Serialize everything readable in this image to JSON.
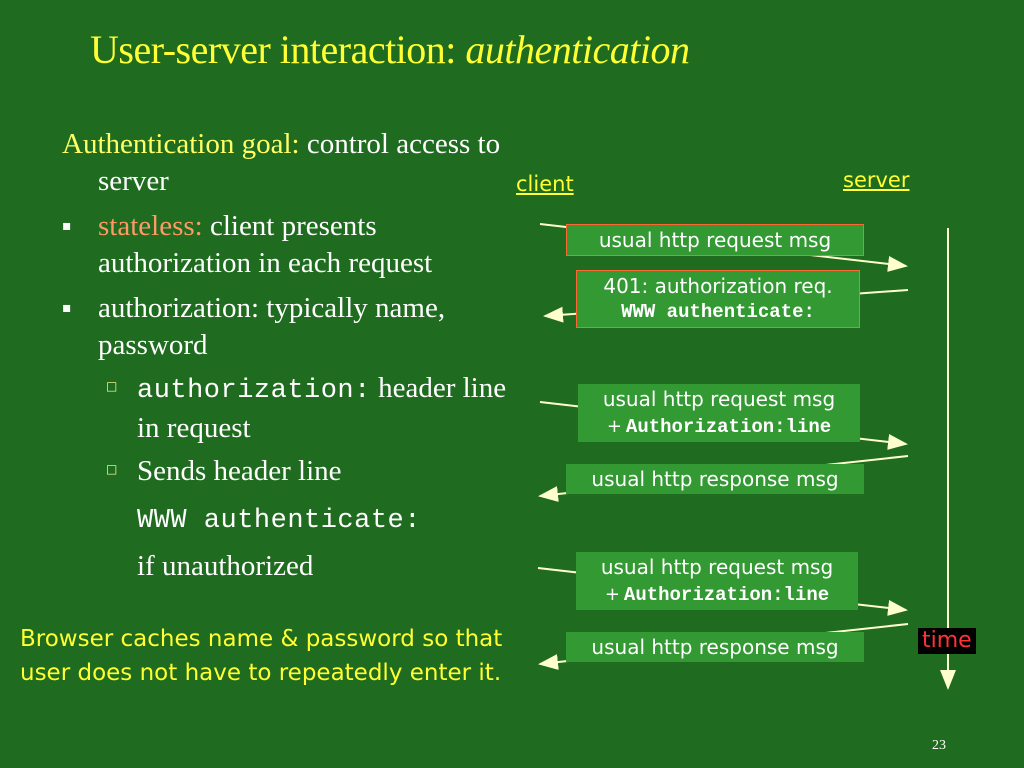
{
  "title": {
    "main": "User-server interaction: ",
    "italic": "authentication"
  },
  "left": {
    "goal_label": "Authentication goal:",
    "goal_text": " control access to server",
    "bullet1_label": "stateless:",
    "bullet1_text": " client presents authorization in each request",
    "bullet2_text": "authorization: typically name, password",
    "sub1_code": "authorization:",
    "sub1_text": " header line in request",
    "sub2_text": "Sends header line",
    "sub2_code": "WWW authenticate:",
    "sub2_after": "if unauthorized"
  },
  "note": "Browser caches name & password so that user does not have to repeatedly enter it.",
  "diagram": {
    "client_label": "client",
    "server_label": "server",
    "time_label": "time",
    "msg1": "usual http request msg",
    "msg2_line1": "401: authorization req.",
    "msg2_line2": "WWW authenticate:",
    "msg3_line1": "usual http request msg",
    "msg3_plus": "+",
    "msg3_line2": "Authorization:line",
    "msg4": "usual http response msg",
    "msg5_line1": "usual http request msg",
    "msg5_plus": "+",
    "msg5_line2": "Authorization:line",
    "msg6": "usual http response msg"
  },
  "page_number": "23",
  "colors": {
    "background": "#1f6b1f",
    "title": "#ffff33",
    "accent": "#ff9966",
    "message_box": "#339933",
    "time_text": "#ff3333"
  }
}
